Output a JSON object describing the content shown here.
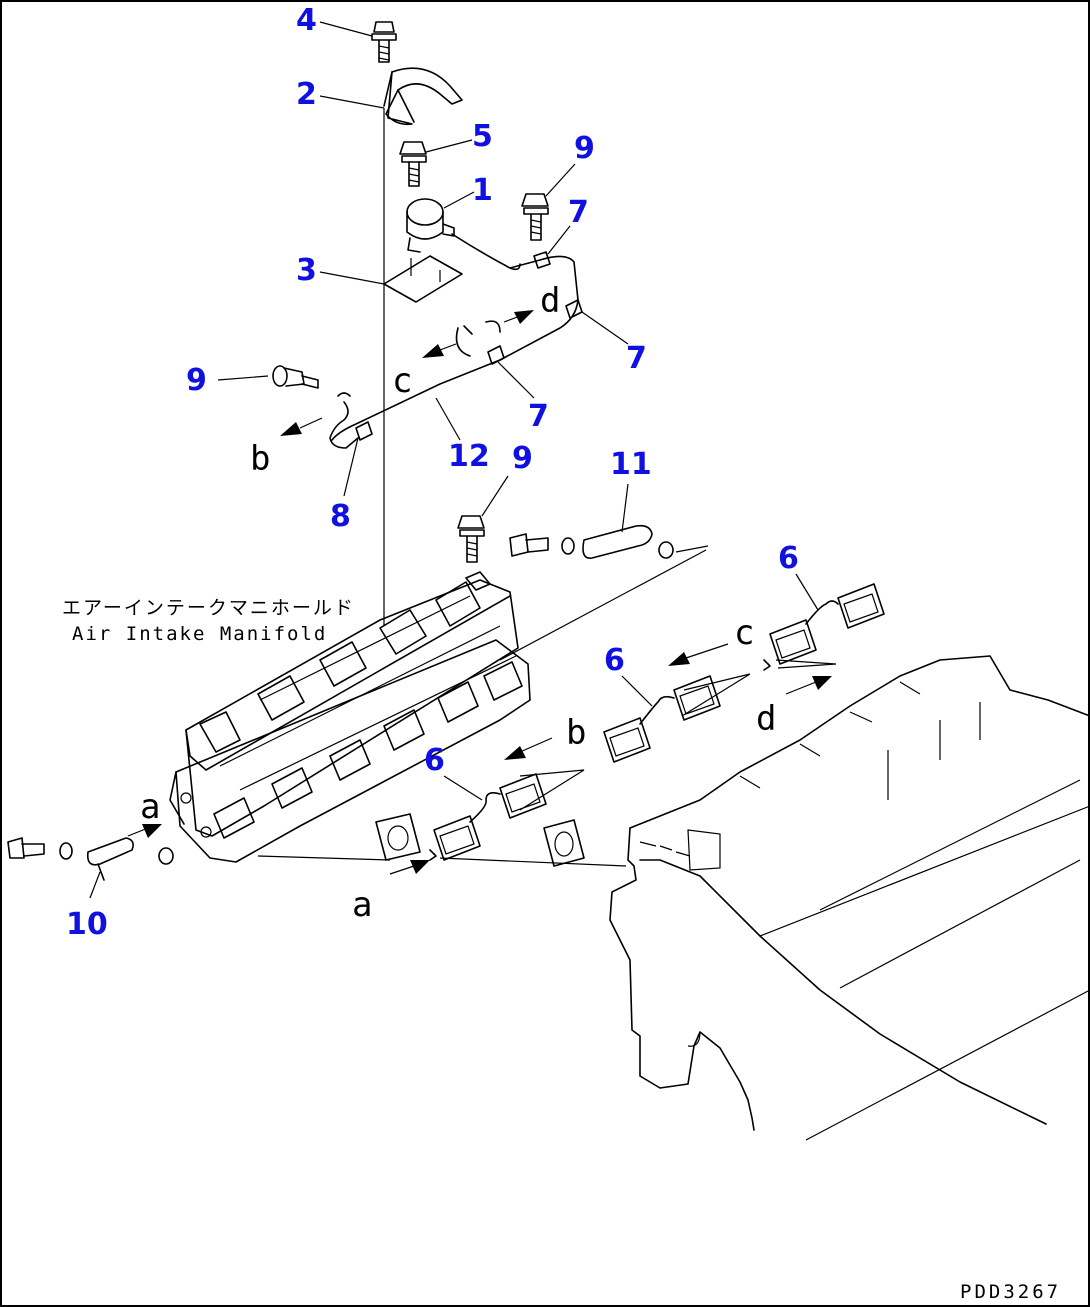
{
  "callouts": {
    "c4": "4",
    "c2": "2",
    "c5": "5",
    "c1": "1",
    "c9a": "9",
    "c7a": "7",
    "c3": "3",
    "c7b": "7",
    "c9b": "9",
    "c7c": "7",
    "c12": "12",
    "c8": "8",
    "c9c": "9",
    "c11": "11",
    "c6a": "6",
    "c6b": "6",
    "c6c": "6",
    "c10": "10"
  },
  "letters": {
    "d_top": "d",
    "c_top": "c",
    "b_left": "b",
    "c_right": "c",
    "d_right": "d",
    "b_mid": "b",
    "a_left": "a",
    "a_bottom": "a"
  },
  "caption": {
    "japanese": "エアーインテークマニホールド",
    "english": "Air Intake Manifold"
  },
  "drawing_code": "PDD3267"
}
